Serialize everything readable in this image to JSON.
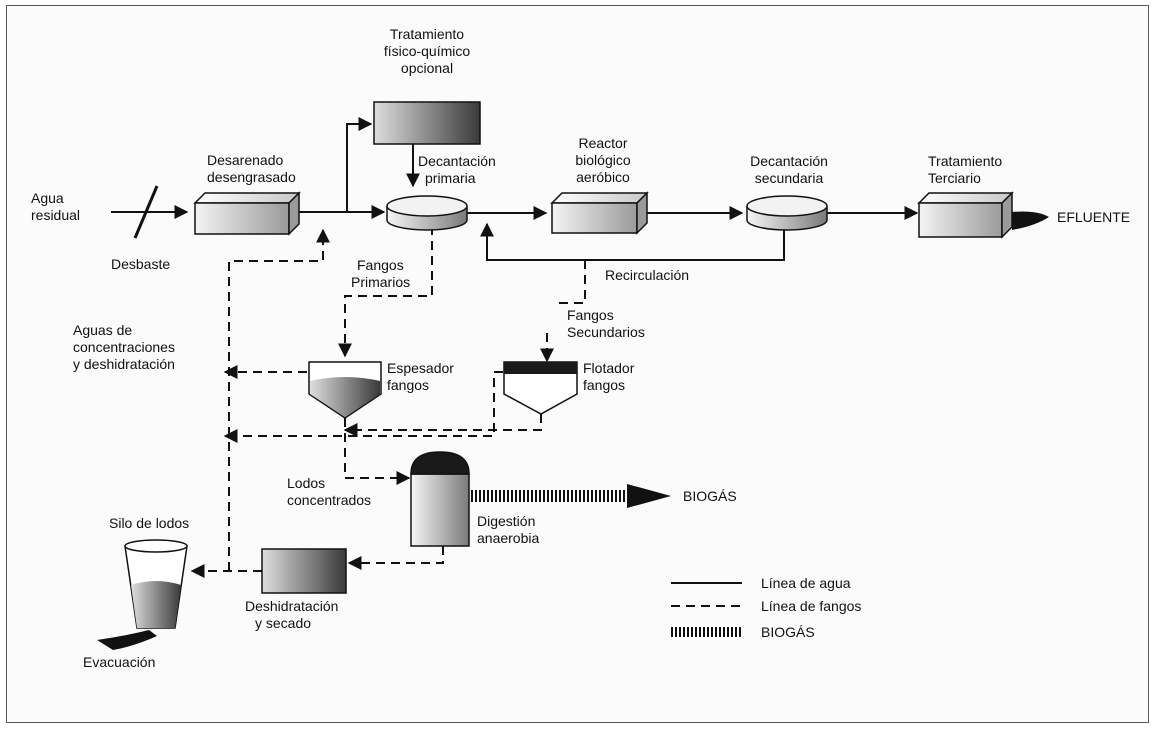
{
  "labels": {
    "tratamiento_fq": [
      "Tratamiento",
      "físico-químico",
      "opcional"
    ],
    "desarenado": [
      "Desarenado",
      "desengrasado"
    ],
    "decantacion_primaria": [
      "Decantación",
      "primaria"
    ],
    "reactor": [
      "Reactor",
      "biológico",
      "aeróbico"
    ],
    "decantacion_secundaria": [
      "Decantación",
      "secundaria"
    ],
    "tratamiento_terciario": [
      "Tratamiento",
      "Terciario"
    ],
    "agua_residual": [
      "Agua",
      "residual"
    ],
    "efluente": "EFLUENTE",
    "desbaste": "Desbaste",
    "recirculacion": "Recirculación",
    "fangos_primarios": [
      "Fangos",
      "Primarios"
    ],
    "fangos_secundarios": [
      "Fangos",
      "Secundarios"
    ],
    "aguas_concentraciones": [
      "Aguas de",
      "concentraciones",
      "y deshidratación"
    ],
    "espesador": [
      "Espesador",
      "fangos"
    ],
    "flotador": [
      "Flotador",
      "fangos"
    ],
    "lodos_concentrados": [
      "Lodos",
      "concentrados"
    ],
    "biogas": "BIOGÁS",
    "digestion": [
      "Digestión",
      "anaerobia"
    ],
    "silo": "Silo de lodos",
    "deshidratacion": [
      "Deshidratación",
      "y secado"
    ],
    "evacuacion": "Evacuación"
  },
  "legend": {
    "agua": "Línea de agua",
    "fangos": "Línea de fangos",
    "biogas": "BIOGÁS"
  }
}
